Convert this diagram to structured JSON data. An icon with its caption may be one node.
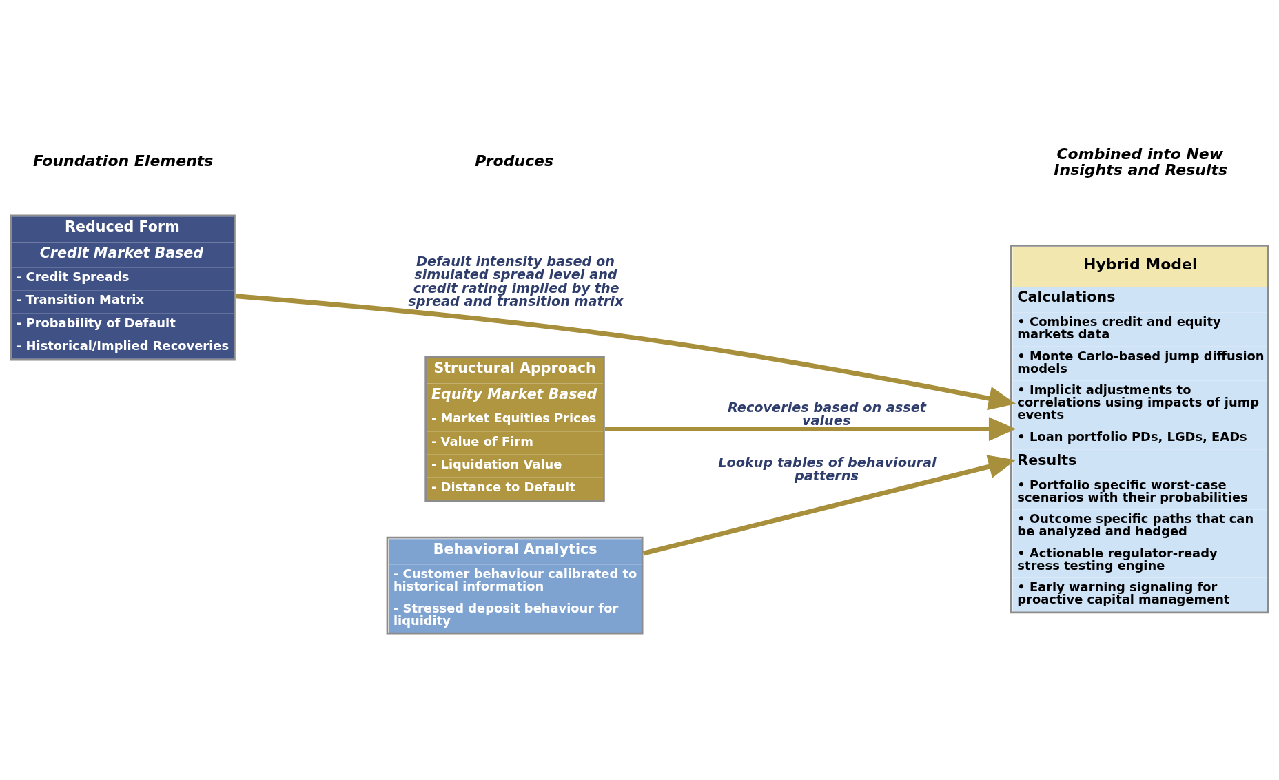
{
  "diagram": {
    "nodes": [
      {
        "text": [
          "Reduced Form",
          "Credit Market Based",
          "- Credit Spreads",
          "- Transition Matrix",
          "- Probability of Default",
          "- Historical/Implied Recoveries"
        ]
      },
      {
        "text": [
          "Structural Approach",
          "Equity Market Based",
          "- Market Equities Prices",
          "- Value of Firm",
          "- Liquidation Value",
          "- Distance to Default"
        ]
      },
      {
        "text": [
          "Behavioral Analytics",
          "- Customer behaviour calibrated to historical information",
          "- Stressed deposit behaviour for liquidity"
        ]
      },
      {
        "text": [
          "Hybrid Model",
          "Calculations",
          "• Combines credit and equity markets data",
          "• Monte Carlo-based jump diffusion models",
          "• Implicit adjustments to correlations using impacts of jump events",
          "• Loan portfolio PDs, LGDs, EADs",
          "Results",
          "• Portfolio specific worst-case scenarios with their probabilities",
          "• Outcome specific paths that can be analyzed and hedged",
          "• Actionable regulator-ready stress testing engine",
          "• Early warning signaling for proactive capital management"
        ]
      }
    ],
    "edges": [
      {
        "from": 0,
        "to": 3,
        "arrow": "to",
        "label": "Default intensity based on simulated spread level and credit rating implied by the spread and transition matrix"
      },
      {
        "from": 1,
        "to": 3,
        "arrow": "to",
        "label": "Recoveries based on asset values"
      },
      {
        "from": 2,
        "to": 3,
        "arrow": "to",
        "label": "Lookup tables of behavioural patterns"
      }
    ],
    "labels": [
      "Foundation Elements",
      "Produces",
      "Combined into New Insights and Results"
    ]
  }
}
